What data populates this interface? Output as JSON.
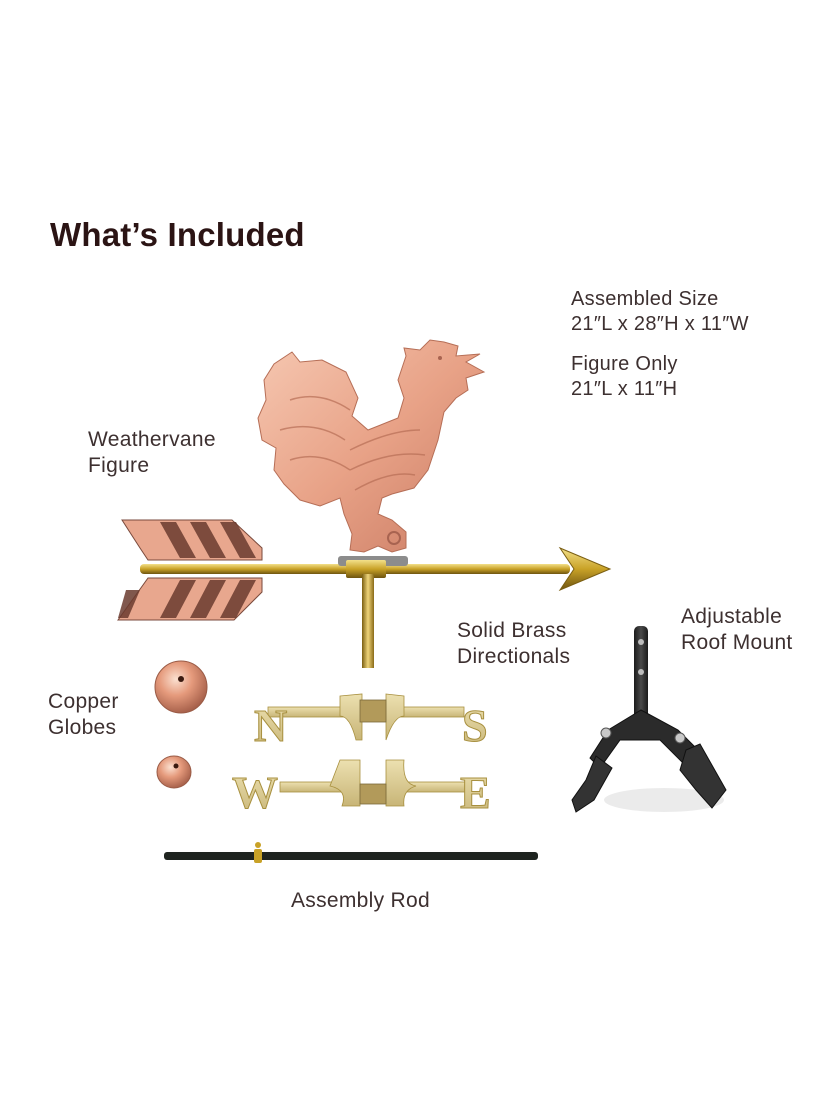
{
  "page": {
    "title": "What’s Included"
  },
  "specs": {
    "assembled": {
      "label": "Assembled Size",
      "value": "21″L x 28″H x 11″W"
    },
    "figure_only": {
      "label": "Figure Only",
      "value": "21″L x 11″H"
    }
  },
  "components": [
    {
      "id": "weathervane-figure",
      "lines": [
        "Weathervane",
        "Figure"
      ],
      "icon": "rooster-arrow-icon"
    },
    {
      "id": "solid-brass-directionals",
      "lines": [
        "Solid Brass",
        "Directionals"
      ],
      "icon": "compass-directionals-icon",
      "letters": [
        "N",
        "S",
        "W",
        "E"
      ]
    },
    {
      "id": "adjustable-roof-mount",
      "lines": [
        "Adjustable",
        "Roof Mount"
      ],
      "icon": "roof-mount-bracket-icon"
    },
    {
      "id": "copper-globes",
      "lines": [
        "Copper",
        "Globes"
      ],
      "icon": "copper-globe-icon"
    },
    {
      "id": "assembly-rod",
      "lines": [
        "Assembly Rod"
      ],
      "icon": "assembly-rod-icon"
    }
  ],
  "colors": {
    "title": "#2b1414",
    "text": "#3d3030",
    "copper": "#e9a58c",
    "copper_dark": "#8a4a3c",
    "brass": "#d6c48a",
    "brass_dark": "#a8903f",
    "gold_rod": "#c9a227",
    "iron": "#2a2a2a"
  }
}
